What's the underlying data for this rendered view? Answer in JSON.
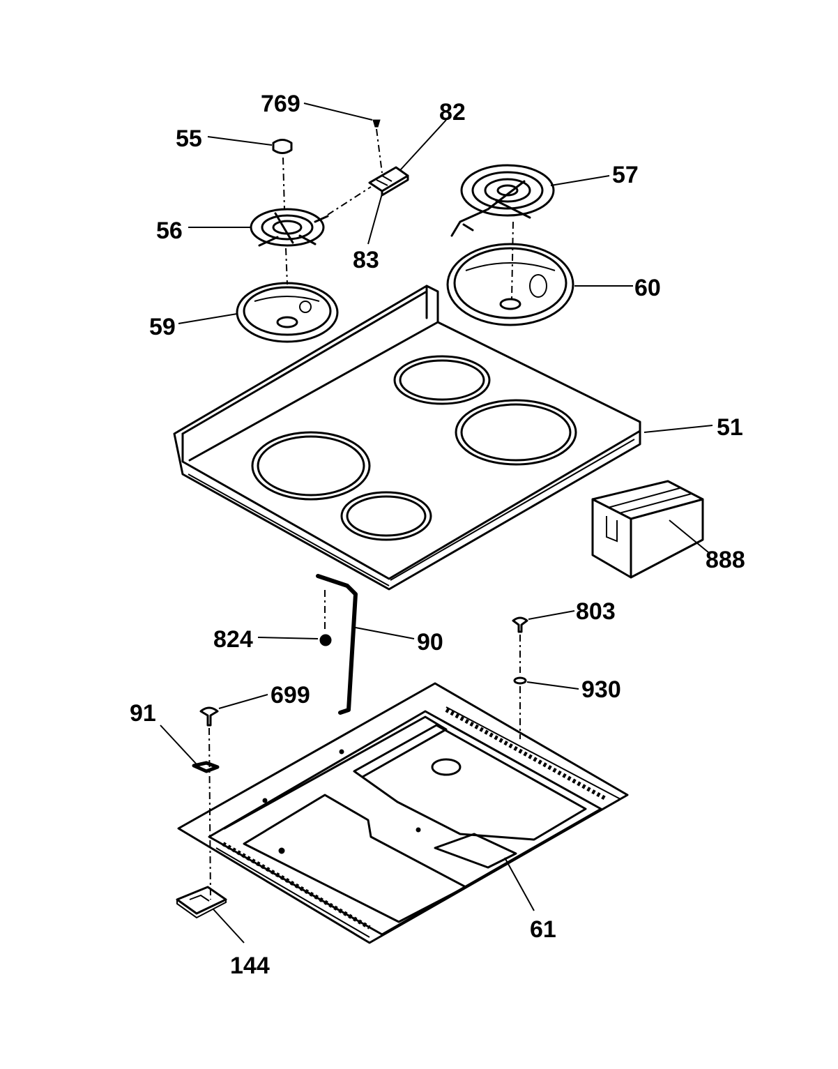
{
  "labels": {
    "p769": "769",
    "p82": "82",
    "p55": "55",
    "p57": "57",
    "p56": "56",
    "p83": "83",
    "p60": "60",
    "p59": "59",
    "p51": "51",
    "p888": "888",
    "p803": "803",
    "p824": "824",
    "p90": "90",
    "p930": "930",
    "p91": "91",
    "p699": "699",
    "p61": "61",
    "p144": "144"
  }
}
